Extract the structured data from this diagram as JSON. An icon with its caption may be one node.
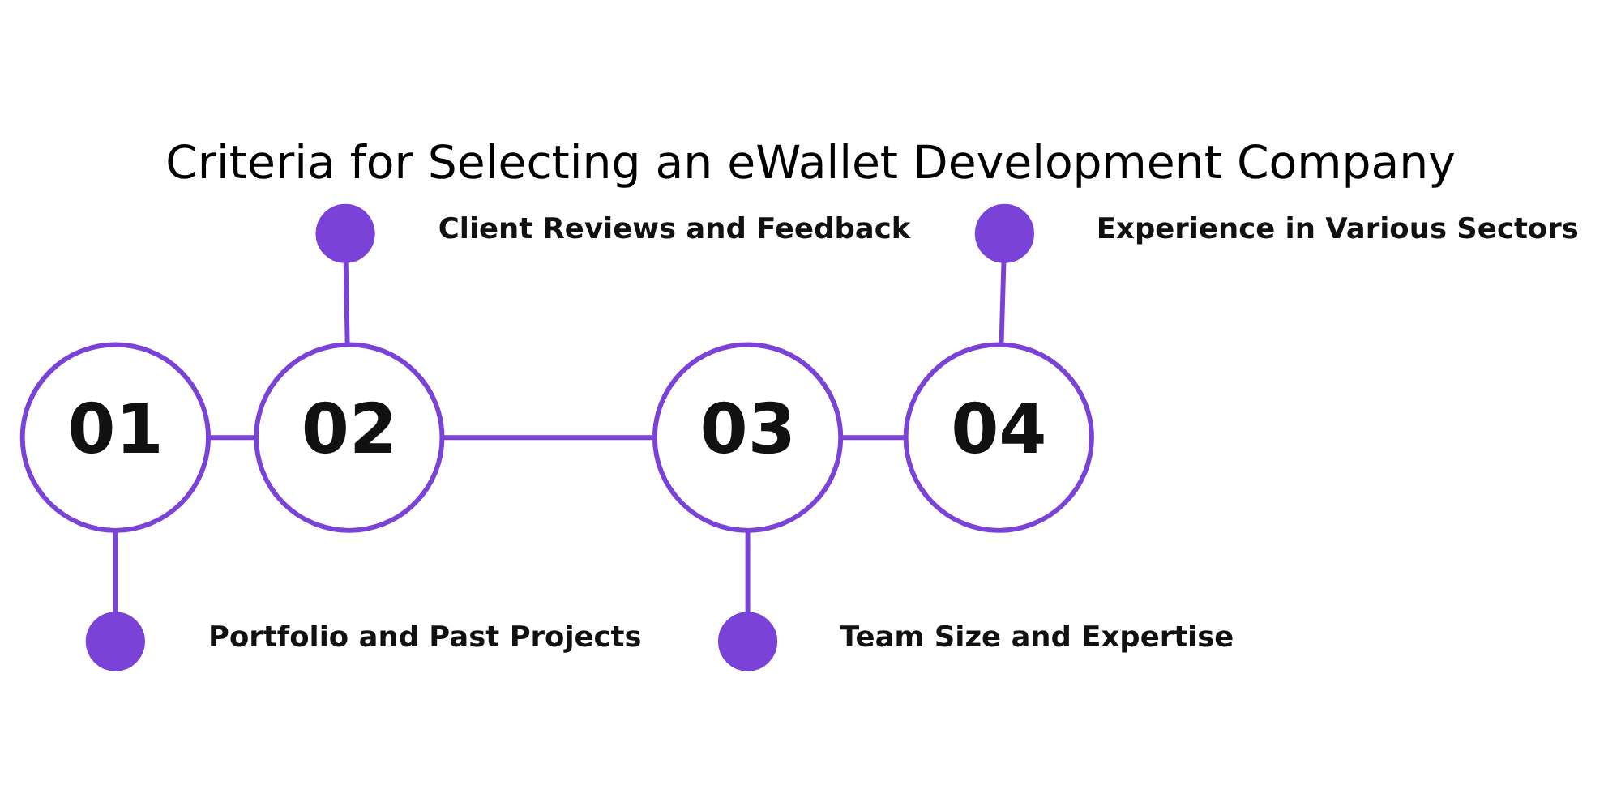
{
  "diagram": {
    "title": "Criteria for Selecting an eWallet Development Company",
    "nodes": [
      {
        "text": [],
        "shape": "circle",
        "beside": [
          "Client Reviews and Feedback"
        ]
      },
      {
        "text": [],
        "shape": "circle",
        "beside": [
          "Experience in Various Sectors"
        ]
      },
      {
        "text": [
          "01"
        ]
      },
      {
        "text": [
          "02"
        ]
      },
      {
        "text": [
          "03"
        ]
      },
      {
        "text": [
          "04"
        ]
      },
      {
        "text": [],
        "shape": "circle",
        "beside": [
          "Portfolio and Past Projects"
        ]
      },
      {
        "text": [],
        "shape": "circle",
        "beside": [
          "Team Size and Expertise"
        ]
      }
    ],
    "edges": [
      {
        "from": 2,
        "to": 3,
        "arrow": "none"
      },
      {
        "from": 3,
        "to": 4,
        "arrow": "none"
      },
      {
        "from": 4,
        "to": 5,
        "arrow": "none"
      },
      {
        "from": 0,
        "to": 3,
        "arrow": "none"
      },
      {
        "from": 1,
        "to": 5,
        "arrow": "none"
      },
      {
        "from": 2,
        "to": 6,
        "arrow": "none"
      },
      {
        "from": 4,
        "to": 7,
        "arrow": "none"
      }
    ]
  }
}
